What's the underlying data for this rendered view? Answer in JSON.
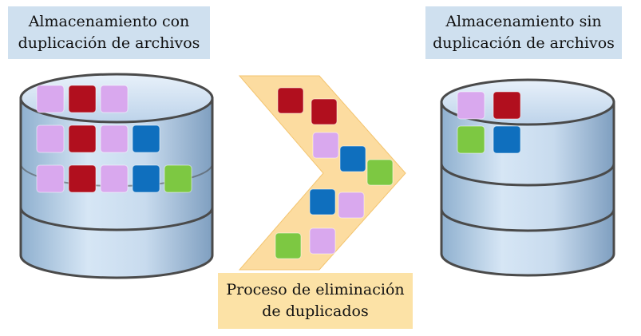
{
  "labels": {
    "left": {
      "line1": "Almacenamiento con",
      "line2": "duplicación de archivos"
    },
    "right": {
      "line1": "Almacenamiento sin",
      "line2": "duplicación de archivos"
    },
    "bottom": {
      "line1": "Proceso de eliminación",
      "line2": "de duplicados"
    }
  },
  "colors": {
    "label_bg": "#cfe0ef",
    "process_label_bg": "#fce2a6",
    "arrow_fill": "#fcdca0",
    "cylinder_fill": "#c4d8ec",
    "cylinder_stroke": "#4a4a4a",
    "block_violet": "#d9a8ee",
    "block_red": "#b10f1e",
    "block_blue": "#0f6fbe",
    "block_green": "#7dc842"
  },
  "blocks": {
    "with_duplicates": [
      [
        "violet",
        "red",
        "violet"
      ],
      [
        "violet",
        "red",
        "violet",
        "blue"
      ],
      [
        "violet",
        "red",
        "violet",
        "blue",
        "green"
      ]
    ],
    "in_process": [
      "red",
      "red",
      "violet",
      "blue",
      "green",
      "blue",
      "violet",
      "violet",
      "green"
    ],
    "without_duplicates": [
      [
        "violet",
        "red"
      ],
      [
        "green",
        "blue"
      ]
    ]
  }
}
